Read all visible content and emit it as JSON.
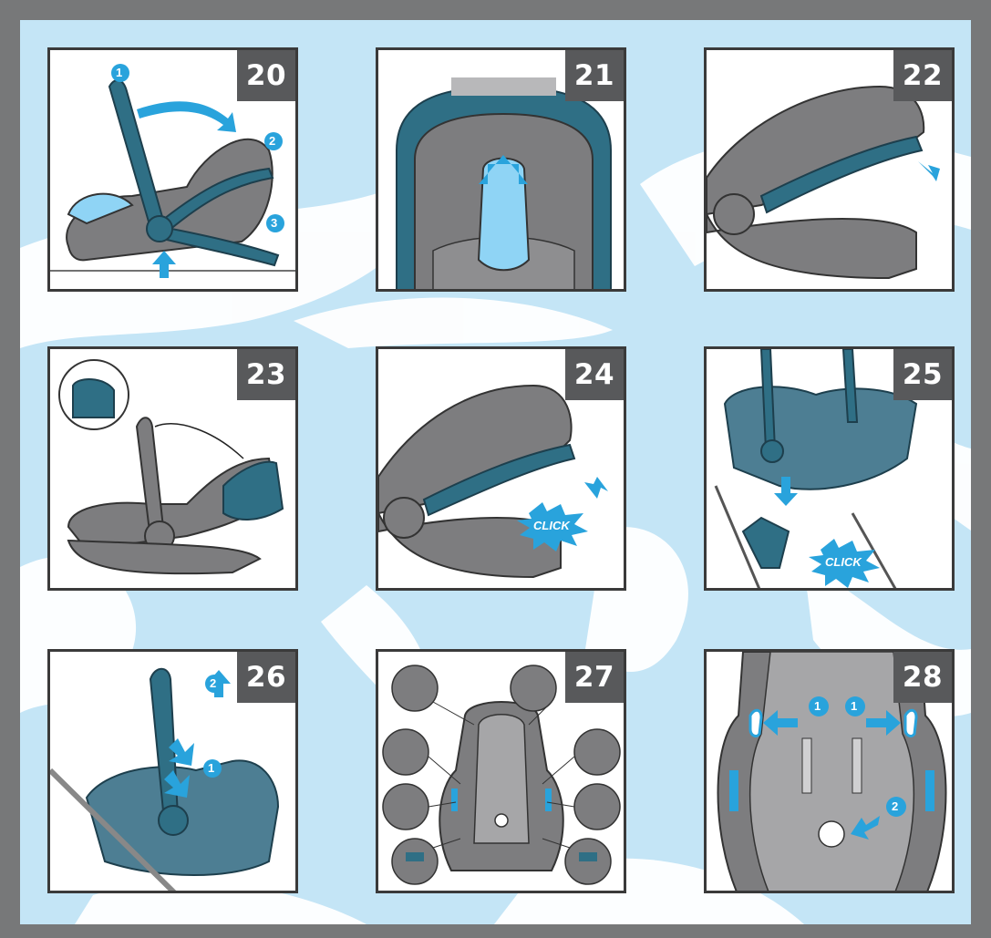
{
  "panels": [
    {
      "number": "20",
      "step_labels": [
        "1",
        "2",
        "3"
      ]
    },
    {
      "number": "21"
    },
    {
      "number": "22"
    },
    {
      "number": "23"
    },
    {
      "number": "24",
      "click_label": "CLICK"
    },
    {
      "number": "25",
      "click_label": "CLICK"
    },
    {
      "number": "26",
      "step_labels": [
        "2",
        "1"
      ]
    },
    {
      "number": "27"
    },
    {
      "number": "28",
      "step_labels": [
        "1",
        "1",
        "2"
      ]
    }
  ],
  "colors": {
    "frame": "#777879",
    "background": "#c4e5f6",
    "swirl": "#ffffff",
    "seat_gray": "#7d7d7f",
    "teal": "#2f6f85",
    "accent_blue": "#29a3dc",
    "light_blue": "#8fd4f5",
    "number_box": "#58595b"
  },
  "icons": [
    "arrow-icon",
    "step-badge-icon",
    "click-burst-icon"
  ]
}
